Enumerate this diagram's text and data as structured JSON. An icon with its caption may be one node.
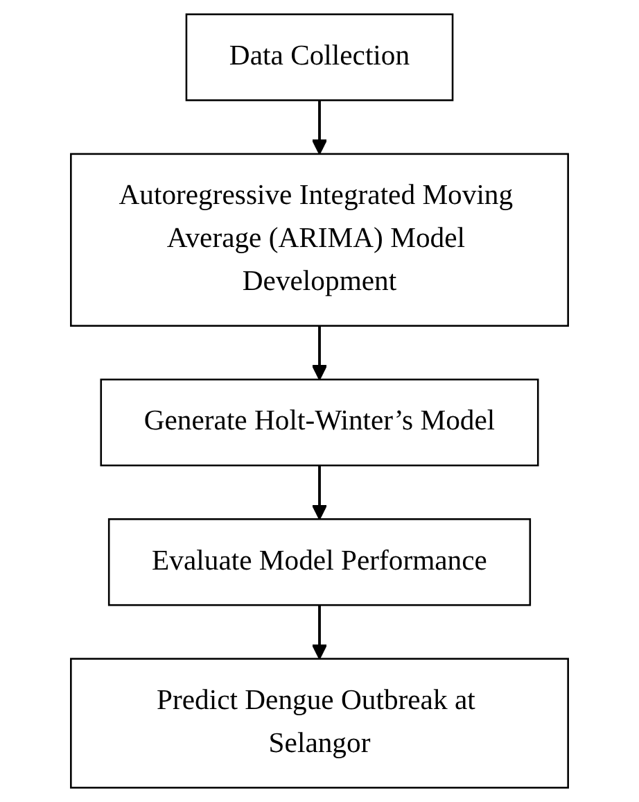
{
  "diagram": {
    "nodes": [
      {
        "text": [
          "Data Collection"
        ]
      },
      {
        "text": [
          "Autoregressive Integrated Moving Average (ARIMA) Model Development"
        ]
      },
      {
        "text": [
          "Generate Holt-Winter’s Model"
        ]
      },
      {
        "text": [
          "Evaluate Model Performance"
        ]
      },
      {
        "text": [
          "Predict Dengue Outbreak at Selangor"
        ]
      }
    ],
    "edges": [
      {
        "from": 0,
        "to": 1,
        "arrow": "to"
      },
      {
        "from": 1,
        "to": 2,
        "arrow": "to"
      },
      {
        "from": 2,
        "to": 3,
        "arrow": "to"
      },
      {
        "from": 3,
        "to": 4,
        "arrow": "to"
      }
    ]
  }
}
